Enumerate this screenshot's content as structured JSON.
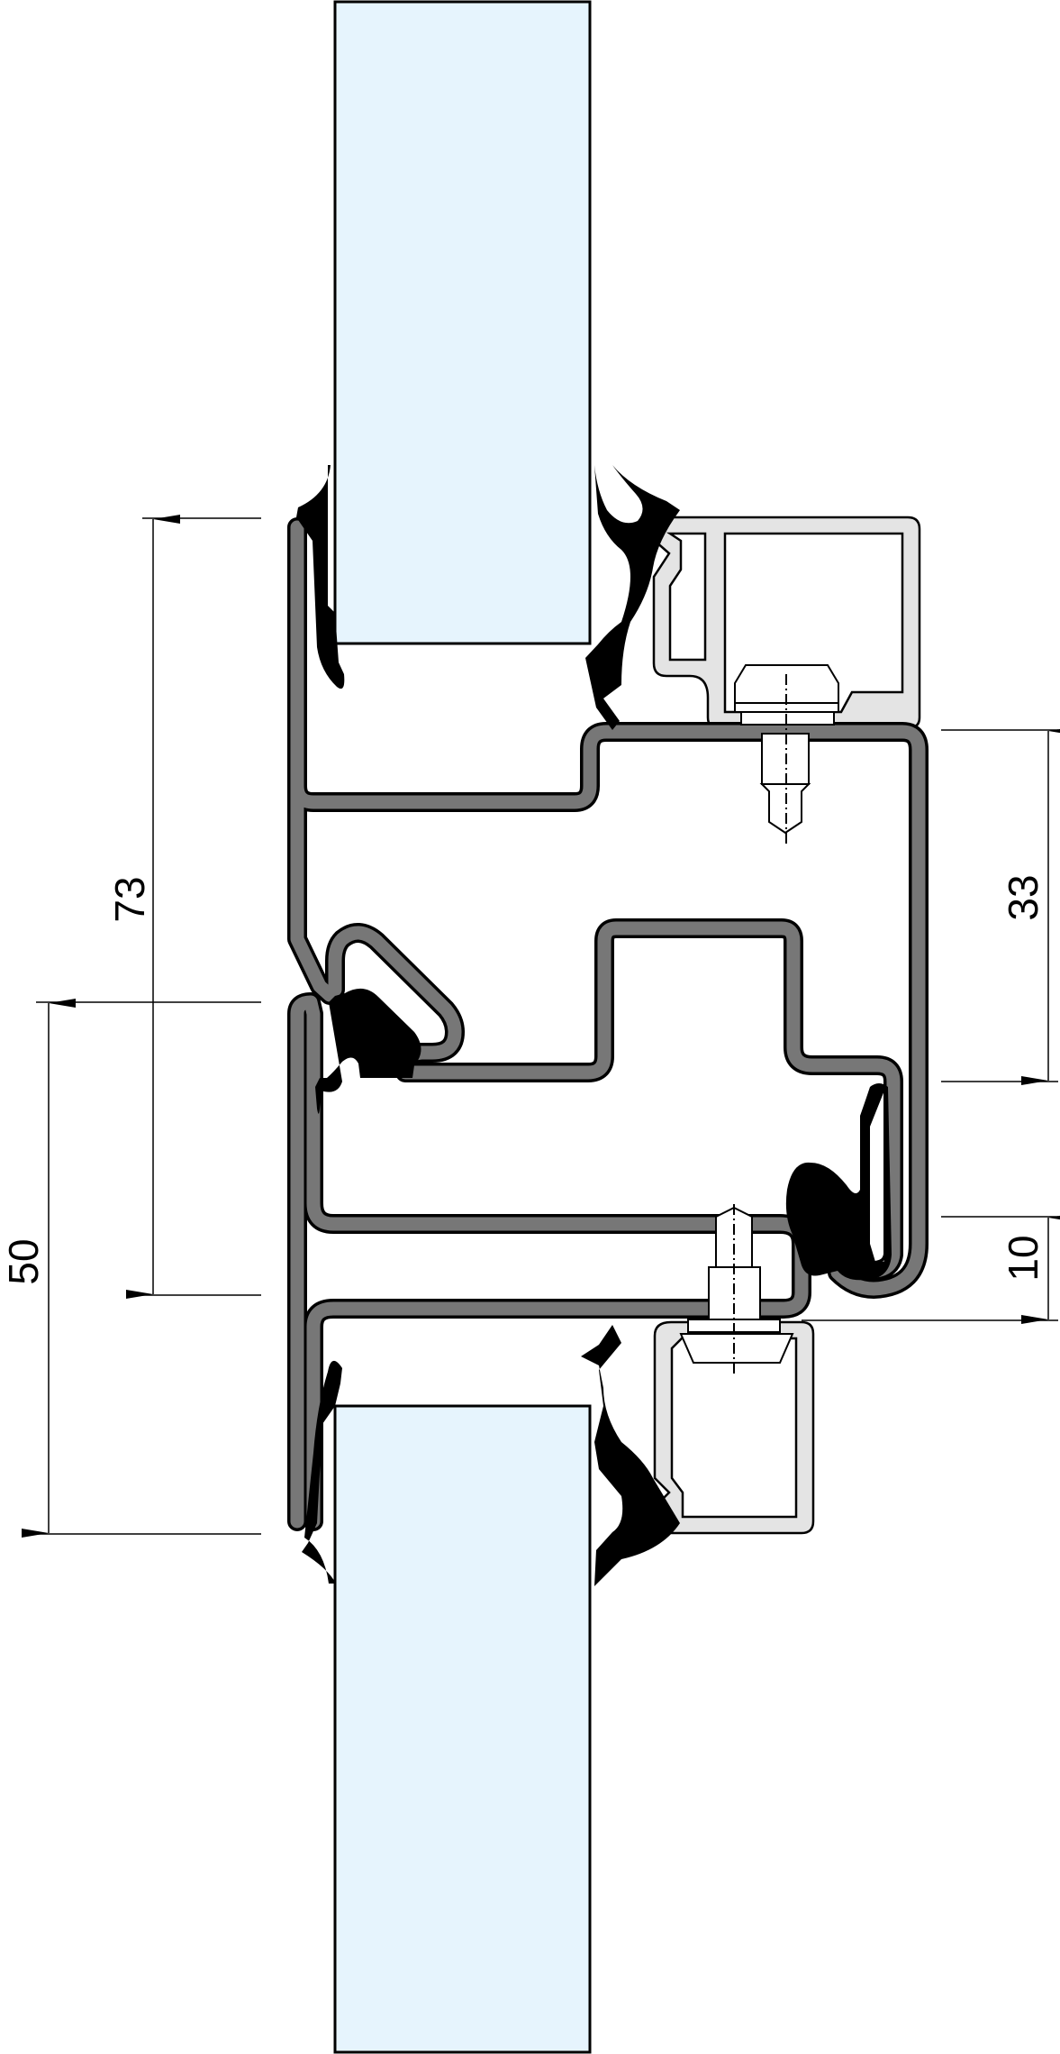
{
  "dimensions": {
    "d73": "73",
    "d50": "50",
    "d33": "33",
    "d10": "10"
  },
  "colors": {
    "glass": "#e6f4fd",
    "profile_fill": "#777777",
    "gasket": "#000000",
    "bead_fill": "#e4e4e4",
    "line": "#000000"
  }
}
